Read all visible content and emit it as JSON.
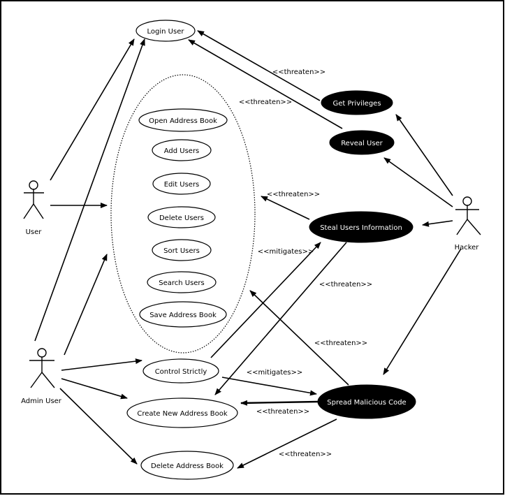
{
  "actors": {
    "user": "User",
    "admin": "Admin User",
    "hacker": "Hacker"
  },
  "use_cases": {
    "login": "Login User",
    "open_book": "Open Address Book",
    "add_users": "Add Users",
    "edit_users": "Edit Users",
    "delete_users": "Delete Users",
    "sort_users": "Sort Users",
    "search_users": "Search Users",
    "save_book": "Save Address Book",
    "control": "Control Strictly",
    "create_book": "Create New Address Book",
    "delete_book": "Delete Address Book"
  },
  "misuse_cases": {
    "privileges": "Get Privileges",
    "reveal": "Reveal User",
    "steal": "Steal Users Information",
    "malicious": "Spread Malicious Code"
  },
  "labels": {
    "threaten_1": "<<threaten>>",
    "threaten_2": "<<threaten>>",
    "threaten_3": "<<threaten>>",
    "threaten_4": "<<threaten>>",
    "threaten_5": "<<threaten>>",
    "threaten_6": "<<threaten>>",
    "threaten_7": "<<threaten>>",
    "mitigates_1": "<<mitigates>>",
    "mitigates_2": "<<mitigates>>"
  },
  "colors": {
    "line": "#000000",
    "misuse_fill": "#000000",
    "usecase_fill": "#ffffff"
  }
}
